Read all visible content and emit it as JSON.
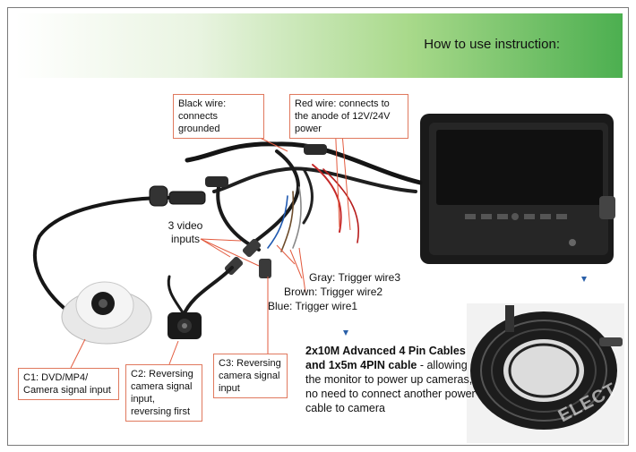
{
  "banner": {
    "title": "How to use instruction:"
  },
  "callouts": {
    "black_wire": "Black wire: connects grounded",
    "red_wire": "Red wire: connects to the anode of 12V/24V power",
    "c1": "C1: DVD/MP4/ Camera signal input",
    "c2": "C2: Reversing camera signal input, reversing first",
    "c3": "C3: Reversing camera signal input"
  },
  "labels": {
    "video_inputs": "3 video inputs",
    "gray": "Gray: Trigger wire3",
    "brown": "Brown: Trigger wire2",
    "blue": "Blue: Trigger wire1"
  },
  "description": {
    "bold": "2x10M Advanced 4 Pin Cables and 1x5m 4PIN cable",
    "rest": " - allowing the monitor to power up cameras, no need to connect another power cable to camera"
  },
  "watermark": "ELECT",
  "colors": {
    "banner_green": "#4caf50",
    "callout_border": "#e0795e",
    "leader_line": "#e35b3f"
  }
}
